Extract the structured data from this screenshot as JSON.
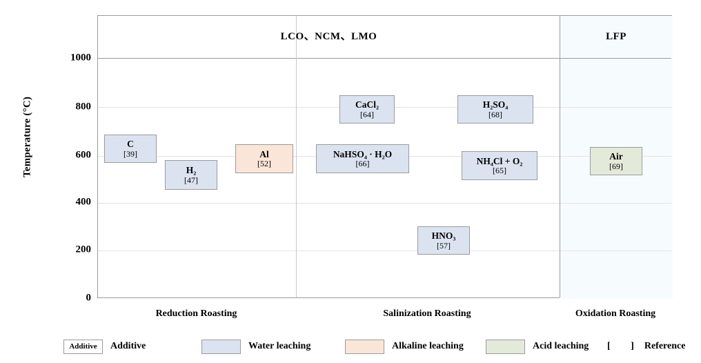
{
  "chart_data": {
    "type": "bar",
    "title": "",
    "xlabel": "",
    "ylabel": "Temperature (°C)",
    "ylim": [
      0,
      1100
    ],
    "ytick_values": [
      0,
      200,
      400,
      600,
      800,
      1000
    ],
    "ytick_labels": [
      "0",
      "200",
      "400",
      "600",
      "800",
      "1000"
    ],
    "grid": true,
    "legend_position": "below-axes",
    "categories": [
      "Reduction Roasting",
      "Salinization Roasting",
      "Oxidation Roasting"
    ],
    "group_headers": [
      "LCO、NCM、LMO",
      "LFP"
    ],
    "series": [
      {
        "name": "C",
        "label": "C",
        "reference": "[39]",
        "category": "Reduction Roasting",
        "temp_low": 600,
        "temp_high": 700,
        "leaching": "Water leaching",
        "color": "#dce3f0"
      },
      {
        "name": "H2",
        "label": "H₂",
        "reference": "[47]",
        "category": "Reduction Roasting",
        "temp_low": 490,
        "temp_high": 590,
        "leaching": "Water leaching",
        "color": "#dce3f0"
      },
      {
        "name": "Al",
        "label": "Al",
        "reference": "[52]",
        "category": "Reduction Roasting",
        "temp_low": 560,
        "temp_high": 660,
        "leaching": "Alkaline leaching",
        "color": "#fae6d8"
      },
      {
        "name": "NaHSO4·H2O",
        "label": "NaHSO₄ · H₂O",
        "reference": "[66]",
        "category": "Salinization Roasting",
        "temp_low": 560,
        "temp_high": 660,
        "leaching": "Water leaching",
        "color": "#dce3f0"
      },
      {
        "name": "CaCl2",
        "label": "CaCl₂",
        "reference": "[64]",
        "category": "Salinization Roasting",
        "temp_low": 750,
        "temp_high": 850,
        "leaching": "Water leaching",
        "color": "#dce3f0"
      },
      {
        "name": "HNO3",
        "label": "HNO₃",
        "reference": "[57]",
        "category": "Salinization Roasting",
        "temp_low": 200,
        "temp_high": 300,
        "leaching": "Water leaching",
        "color": "#dce3f0"
      },
      {
        "name": "H2SO4",
        "label": "H₂SO₄",
        "reference": "[68]",
        "category": "Salinization Roasting",
        "temp_low": 750,
        "temp_high": 850,
        "leaching": "Water leaching",
        "color": "#dce3f0"
      },
      {
        "name": "NH4Cl+O2",
        "label": "NH₄Cl + O₂",
        "reference": "[65]",
        "category": "Salinization Roasting",
        "temp_low": 540,
        "temp_high": 630,
        "leaching": "Water leaching",
        "color": "#dce3f0"
      },
      {
        "name": "Air",
        "label": "Air",
        "reference": "[69]",
        "category": "Oxidation Roasting",
        "temp_low": 555,
        "temp_high": 645,
        "leaching": "Acid leaching",
        "color": "#e4eada"
      }
    ],
    "legend": [
      {
        "swatch_text": "Additive",
        "label": "Additive",
        "color": "#ffffff"
      },
      {
        "swatch_text": "",
        "label": "Water leaching",
        "color": "#dce3f0"
      },
      {
        "swatch_text": "",
        "label": "Alkaline leaching",
        "color": "#fae6d8"
      },
      {
        "swatch_text": "",
        "label": "Acid leaching",
        "color": "#e4eada"
      },
      {
        "swatch_text": "[    ]",
        "label": "Reference",
        "color": "none"
      }
    ]
  },
  "axis": {
    "y_title": "Temperature (°C)",
    "ticks": {
      "t0": "0",
      "t200": "200",
      "t400": "400",
      "t600": "600",
      "t800": "800",
      "t1000": "1000"
    }
  },
  "headers": {
    "left": "LCO、NCM、LMO",
    "right": "LFP"
  },
  "categories": {
    "c0": "Reduction Roasting",
    "c1": "Salinization Roasting",
    "c2": "Oxidation Roasting"
  },
  "boxes": {
    "c": {
      "label": "C",
      "ref": "[39]"
    },
    "h2": {
      "label": "H₂",
      "ref": "[47]"
    },
    "al": {
      "label": "Al",
      "ref": "[52]"
    },
    "nahso4": {
      "label": "NaHSO₄ · H₂O",
      "ref": "[66]"
    },
    "cacl2": {
      "label": "CaCl₂",
      "ref": "[64]"
    },
    "hno3": {
      "label": "HNO₃",
      "ref": "[57]"
    },
    "h2so4": {
      "label": "H₂SO₄",
      "ref": "[68]"
    },
    "nh4cl": {
      "label": "NH₄Cl + O₂",
      "ref": "[65]"
    },
    "air": {
      "label": "Air",
      "ref": "[69]"
    }
  },
  "legend": {
    "additive_swatch": "Additive",
    "additive_label": "Additive",
    "water_label": "Water leaching",
    "alkaline_label": "Alkaline leaching",
    "acid_label": "Acid leaching",
    "reference_brackets": "[    ]",
    "reference_label": "Reference"
  },
  "colors": {
    "water_leaching": "#dce3f0",
    "alkaline_leaching": "#fae6d8",
    "acid_leaching": "#e4eada",
    "additive": "#ffffff",
    "lfp_panel": "#f6fbfd",
    "frame": "#9a9a9a",
    "grid": "#e2e2e2"
  }
}
